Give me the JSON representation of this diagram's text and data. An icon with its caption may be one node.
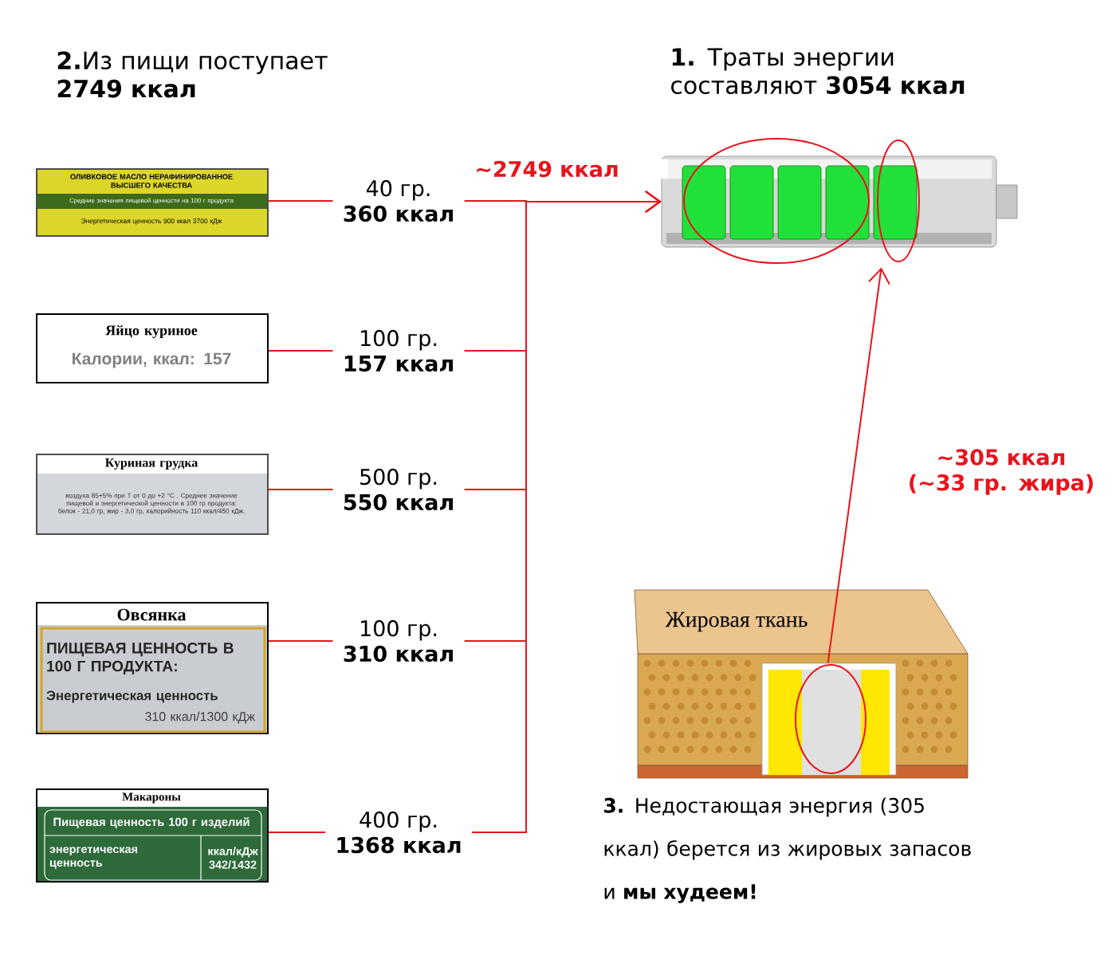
{
  "diagram": {
    "nodes": [
      {
        "text": [
          "ОЛИВКОВОЕ МАСЛО НЕРАФИНИРОВАННОЕ ВЫСШЕГО КАЧЕСТВА",
          "Средние значения пищевой ценности на 100 г продукта",
          "Энергетическая ценность 900 ккал 3700 кДж"
        ]
      },
      {
        "text": [
          "Яйцо куриное",
          "Калории, ккал: 157"
        ]
      },
      {
        "text": [
          "Куриная грудка",
          "воздуха 85+5% при Т от 0 до +2 °С . Среднее значение пищевой и энергетической ценности в 100 гр продукта: белок - 21,0 гр, жир - 3,0 гр, калорийность 110 ккал/450 кДж."
        ]
      },
      {
        "text": [
          "Овсянка",
          "ПИЩЕВАЯ ЦЕННОСТЬ В 100 Г ПРОДУКТА:",
          "Энергетическая ценность",
          "310 ккал/1300 кДж"
        ]
      },
      {
        "text": [
          "Макароны",
          "Пищевая ценность 100 г изделий",
          "энергетическая ценность",
          "ккал/кДж 342/1432"
        ]
      },
      {
        "text": [
          "40 гр.",
          "360 ккал"
        ]
      },
      {
        "text": [
          "100 гр.",
          "157 ккал"
        ]
      },
      {
        "text": [
          "500 гр.",
          "550 ккал"
        ]
      },
      {
        "text": [
          "100 гр.",
          "310 ккал"
        ]
      },
      {
        "text": [
          "400 гр.",
          "1368 ккал"
        ]
      },
      {
        "text": [
          "**1.** Траты энергии составляют **3054 ккал**"
        ]
      },
      {
        "text": [
          "Жировая ткань"
        ],
        "beside": [
          "**3.** Недостающая энергия (305 ккал) берется из жировых запасов и **мы худеем!**"
        ]
      }
    ],
    "edges": [
      {
        "from": 0,
        "to": 5,
        "arrow": "none"
      },
      {
        "from": 1,
        "to": 6,
        "arrow": "none"
      },
      {
        "from": 2,
        "to": 7,
        "arrow": "none"
      },
      {
        "from": 3,
        "to": 8,
        "arrow": "none"
      },
      {
        "from": 4,
        "to": 9,
        "arrow": "none"
      },
      {
        "from": 5,
        "to": 10,
        "arrow": "to",
        "label": "~2749 ккал"
      },
      {
        "from": 6,
        "to": 10,
        "arrow": "to"
      },
      {
        "from": 7,
        "to": 10,
        "arrow": "to"
      },
      {
        "from": 8,
        "to": 10,
        "arrow": "to"
      },
      {
        "from": 9,
        "to": 10,
        "arrow": "to"
      },
      {
        "from": 11,
        "to": 10,
        "arrow": "to",
        "label": "~305 ккал (~33 гр. жира)"
      }
    ],
    "labels": [
      "**2.**Из пищи поступает **2749 ккал**"
    ]
  }
}
